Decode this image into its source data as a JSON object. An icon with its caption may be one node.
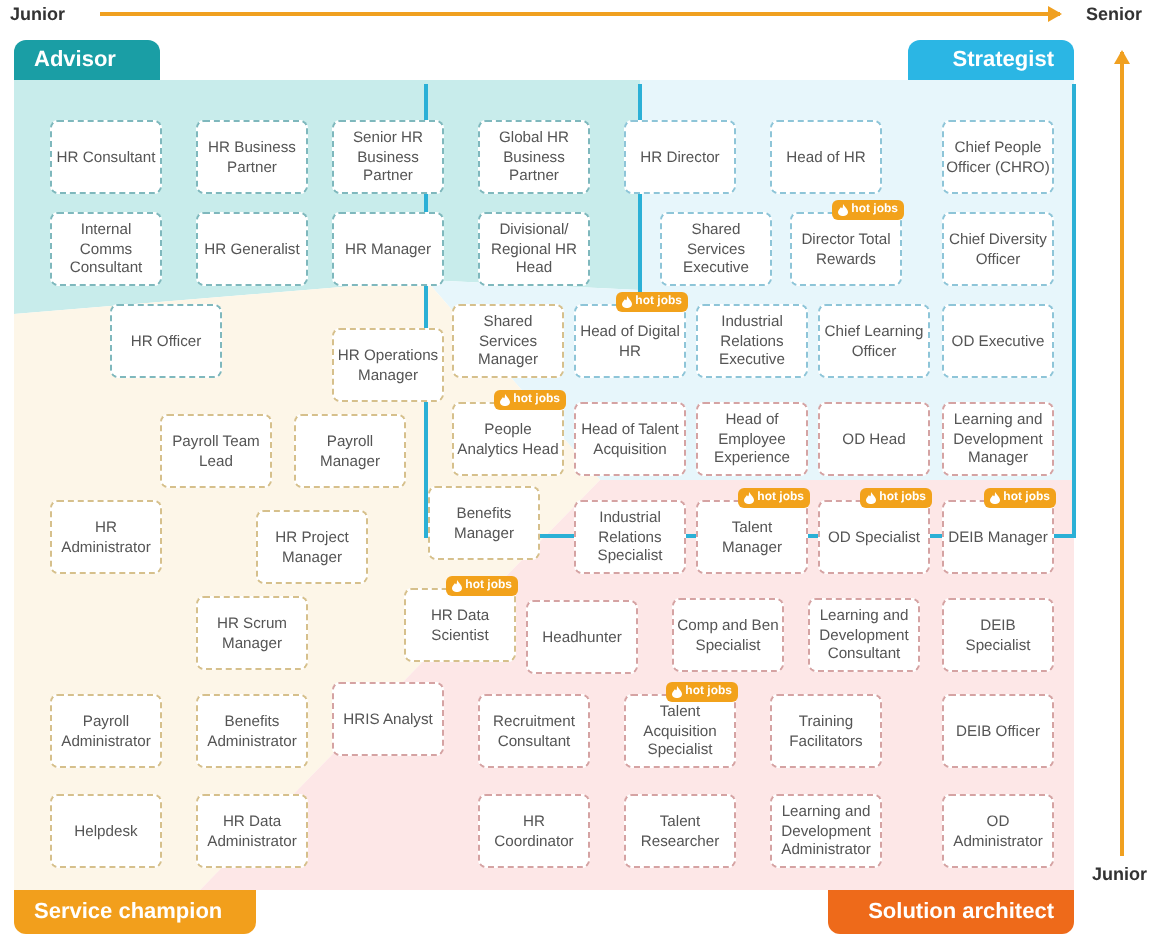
{
  "diagram": {
    "nodes": [
      {
        "text": [
          "Advisor"
        ]
      },
      {
        "text": [
          "Strategist"
        ]
      },
      {
        "text": [
          "HR Consultant"
        ]
      },
      {
        "text": [
          "HR Business Partner"
        ]
      },
      {
        "text": [
          "Senior HR Business Partner"
        ]
      },
      {
        "text": [
          "Global HR Business Partner"
        ]
      },
      {
        "text": [
          "HR Director"
        ]
      },
      {
        "text": [
          "Head of HR"
        ]
      },
      {
        "text": [
          "Chief People Officer (CHRO)"
        ]
      },
      {
        "text": [
          "Internal Comms Consultant"
        ]
      },
      {
        "text": [
          "HR Generalist"
        ]
      },
      {
        "text": [
          "HR Manager"
        ]
      },
      {
        "text": [
          "Divisional/ Regional HR Head"
        ]
      },
      {
        "text": [
          "Shared Services Executive"
        ]
      },
      {
        "text": [
          "Director Total Rewards"
        ],
        "beside": [
          "hot jobs"
        ]
      },
      {
        "text": [
          "Chief Diversity Officer"
        ]
      },
      {
        "text": [
          "HR Officer"
        ]
      },
      {
        "text": [
          "HR Operations Manager"
        ]
      },
      {
        "text": [
          "Shared Services Manager"
        ]
      },
      {
        "text": [
          "Head of Digital HR"
        ],
        "beside": [
          "hot jobs"
        ]
      },
      {
        "text": [
          "Industrial Relations Executive"
        ]
      },
      {
        "text": [
          "Chief Learning Officer"
        ]
      },
      {
        "text": [
          "OD Executive"
        ]
      },
      {
        "text": [
          "Payroll Team Lead"
        ]
      },
      {
        "text": [
          "Payroll Manager"
        ]
      },
      {
        "text": [
          "People Analytics Head"
        ],
        "beside": [
          "hot jobs"
        ]
      },
      {
        "text": [
          "Head of Talent Acquisition"
        ]
      },
      {
        "text": [
          "Head of Employee Experience"
        ]
      },
      {
        "text": [
          "OD Head"
        ]
      },
      {
        "text": [
          "Learning and Development Manager"
        ]
      },
      {
        "text": [
          "HR Administrator"
        ]
      },
      {
        "text": [
          "HR Project Manager"
        ]
      },
      {
        "text": [
          "Benefits Manager"
        ]
      },
      {
        "text": [
          "Industrial Relations Specialist"
        ]
      },
      {
        "text": [
          "Talent Manager"
        ],
        "beside": [
          "hot jobs"
        ]
      },
      {
        "text": [
          "OD Specialist"
        ],
        "beside": [
          "hot jobs"
        ]
      },
      {
        "text": [
          "DEIB Manager"
        ],
        "beside": [
          "hot jobs"
        ]
      },
      {
        "text": [
          "HR Scrum Manager"
        ]
      },
      {
        "text": [
          "HR Data Scientist"
        ],
        "beside": [
          "hot jobs"
        ]
      },
      {
        "text": [
          "Headhunter"
        ]
      },
      {
        "text": [
          "Comp and Ben Specialist"
        ]
      },
      {
        "text": [
          "Learning and Development Consultant"
        ]
      },
      {
        "text": [
          "DEIB Specialist"
        ]
      },
      {
        "text": [
          "Payroll Administrator"
        ]
      },
      {
        "text": [
          "Benefits Administrator"
        ]
      },
      {
        "text": [
          "HRIS Analyst"
        ]
      },
      {
        "text": [
          "Recruitment Consultant"
        ]
      },
      {
        "text": [
          "Talent Acquisition Specialist"
        ],
        "beside": [
          "hot jobs"
        ]
      },
      {
        "text": [
          "Training Facilitators"
        ]
      },
      {
        "text": [
          "DEIB Officer"
        ]
      },
      {
        "text": [
          "Helpdesk"
        ]
      },
      {
        "text": [
          "HR Data Administrator"
        ]
      },
      {
        "text": [
          "HR Coordinator"
        ]
      },
      {
        "text": [
          "Talent Researcher"
        ]
      },
      {
        "text": [
          "Learning and Development Administrator"
        ]
      },
      {
        "text": [
          "OD Administrator"
        ]
      },
      {
        "text": [
          "Service champion"
        ]
      },
      {
        "text": [
          "Solution architect"
        ]
      }
    ],
    "edges": [],
    "labels": [
      "Junior",
      "Senior",
      "Junior"
    ]
  }
}
